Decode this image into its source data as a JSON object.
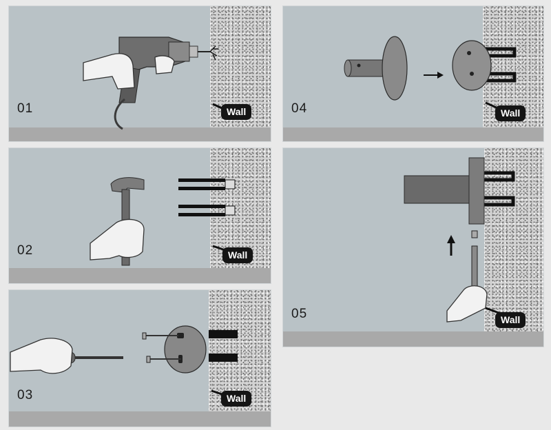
{
  "steps": [
    {
      "number": "01",
      "wall_label": "Wall"
    },
    {
      "number": "02",
      "wall_label": "Wall"
    },
    {
      "number": "03",
      "wall_label": "Wall"
    },
    {
      "number": "04",
      "wall_label": "Wall"
    },
    {
      "number": "05",
      "wall_label": "Wall"
    }
  ],
  "icons": {
    "step1": [
      "power-drill-icon",
      "hand-icon",
      "wall-crack-icon"
    ],
    "step2": [
      "hammer-icon",
      "hand-icon",
      "wall-anchor-icon"
    ],
    "step3": [
      "screwdriver-icon",
      "hand-icon",
      "mounting-plate-icon",
      "screw-icon"
    ],
    "step4": [
      "bracket-icon",
      "arrow-right-icon",
      "mounting-plate-icon"
    ],
    "step5": [
      "towel-bar-icon",
      "arrow-up-icon",
      "hex-key-icon",
      "hand-icon"
    ]
  },
  "colors": {
    "panel_bg": "#b9c2c6",
    "shelf": "#a9a9a9",
    "label_bg": "#151515",
    "label_text": "#ffffff"
  }
}
